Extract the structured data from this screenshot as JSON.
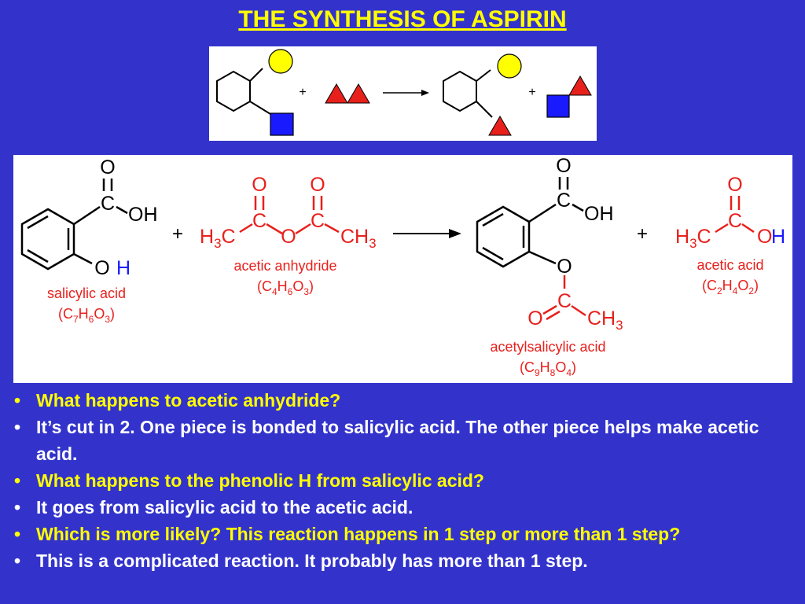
{
  "title": "THE SYNTHESIS OF ASPIRIN",
  "shapes": {
    "plus_1": "+",
    "plus_2": "+"
  },
  "reaction": {
    "salicylic": {
      "O": "O",
      "C": "C",
      "OH_acid": "OH",
      "O_phenol": "O",
      "H_phenol": "H",
      "name": "salicylic acid",
      "formula": [
        "(C",
        "7",
        "H",
        "6",
        "O",
        "3",
        ")"
      ]
    },
    "plus_1": "+",
    "anhydride": {
      "O1": "O",
      "O2": "O",
      "C1": "C",
      "C2": "C",
      "O_bridge": "O",
      "H3C": "H",
      "H3C_sub": "3",
      "H3C_c": "C",
      "CH3_c": "CH",
      "CH3_sub": "3",
      "name": "acetic anhydride",
      "formula": [
        "(C",
        "4",
        "H",
        "6",
        "O",
        "3",
        ")"
      ]
    },
    "aspirin": {
      "O": "O",
      "C": "C",
      "OH": "OH",
      "O_ester": "O",
      "C_ester": "C",
      "O_carbonyl": "O",
      "CH3_c": "CH",
      "CH3_sub": "3",
      "name": "acetylsalicylic acid",
      "formula": [
        "(C",
        "9",
        "H",
        "8",
        "O",
        "4",
        ")"
      ]
    },
    "plus_2": "+",
    "acetic": {
      "O": "O",
      "C": "C",
      "O_h": "O",
      "H": "H",
      "H3C": "H",
      "H3C_sub": "3",
      "H3C_c": "C",
      "name": "acetic acid",
      "formula": [
        "(C",
        "2",
        "H",
        "4",
        "O",
        "2",
        ")"
      ]
    }
  },
  "bullets": [
    {
      "text": "What happens to acetic anhydride?",
      "color": "#ffff00"
    },
    {
      "text": "It’s cut in 2.  One piece is bonded to salicylic acid.  The other piece helps make acetic acid.",
      "color": "#ffffff"
    },
    {
      "text": "What happens to the phenolic H from salicylic acid?",
      "color": "#ffff00"
    },
    {
      "text": "It goes from salicylic acid to the acetic acid.",
      "color": "#ffffff"
    },
    {
      "text": "Which is more likely?  This reaction happens in 1 step or more than 1 step?",
      "color": "#ffff00"
    },
    {
      "text": "This is a complicated reaction.  It probably has more than 1 step.",
      "color": "#ffffff"
    }
  ],
  "bullet_symbol": "•",
  "colors": {
    "background": "#3333cc",
    "title": "#ffff00",
    "reagent_red": "#e8201c",
    "shape_yellow": "#ffff00",
    "shape_blue": "#1a1aff",
    "hydrogen_blue": "#1a1aff"
  }
}
